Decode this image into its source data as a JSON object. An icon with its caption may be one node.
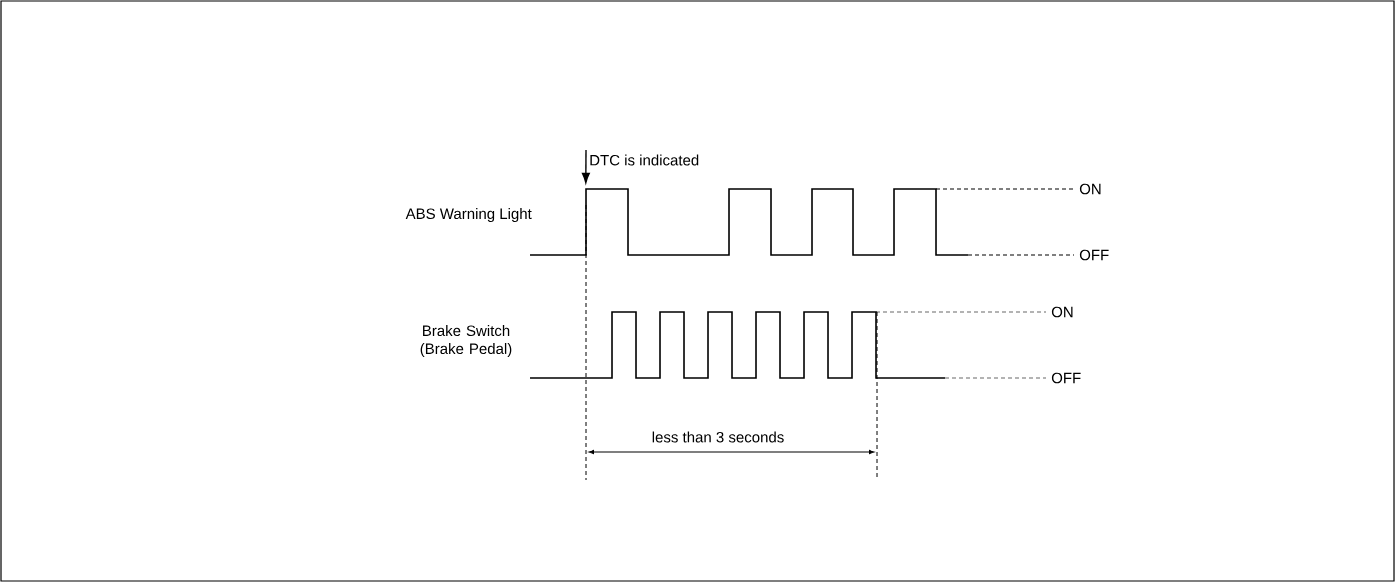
{
  "diagram": {
    "nodes": [
      {
        "text": [
          "DTC is indicated"
        ]
      },
      {
        "text": [],
        "shape": "waveform"
      }
    ],
    "edges": [
      {
        "from": 0,
        "to": 1,
        "arrow": "to"
      }
    ],
    "labels": [
      "ABS Warning Light",
      "ON",
      "OFF",
      "Brake Switch (Brake Pedal)",
      "ON",
      "OFF",
      "less than 3 seconds"
    ]
  }
}
